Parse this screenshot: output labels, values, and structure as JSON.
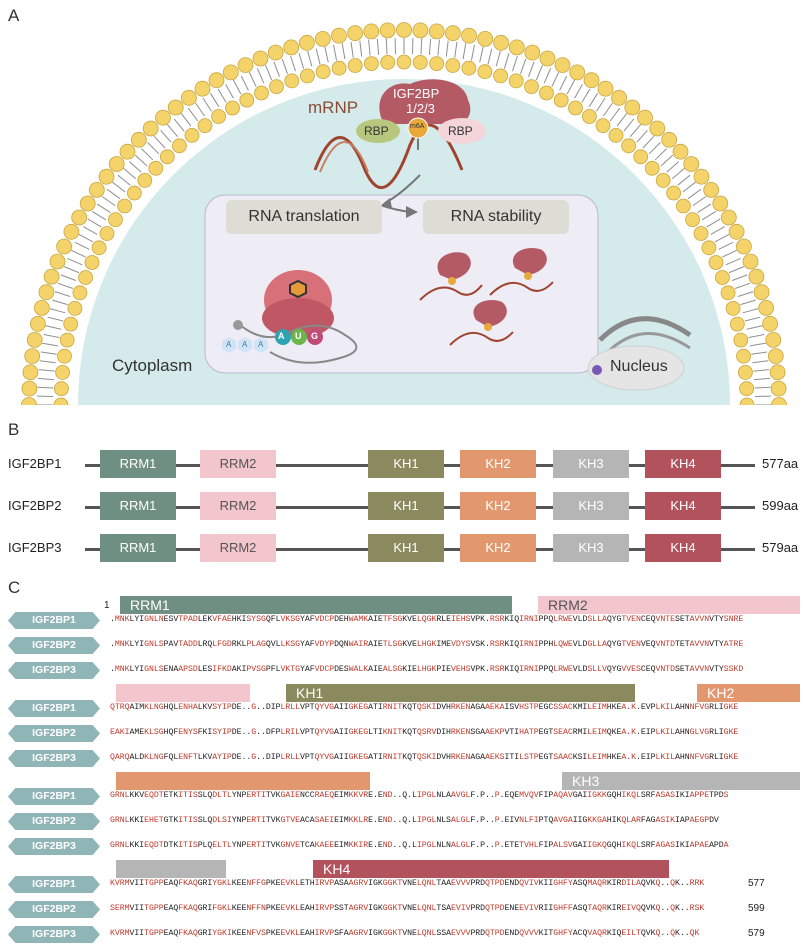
{
  "panels": {
    "a": "A",
    "b": "B",
    "c": "C"
  },
  "panel_a": {
    "mrnp": "mRNP",
    "igf2bp": "IGF2BP",
    "igf2bp_sub": "1/2/3",
    "rbp_left": "RBP",
    "rbp_right": "RBP",
    "m6a": "m6A",
    "translation": "RNA translation",
    "stability": "RNA stability",
    "cytoplasm": "Cytoplasm",
    "nucleus": "Nucleus",
    "aug": [
      "A",
      "U",
      "G"
    ],
    "polya": [
      "A",
      "A",
      "A"
    ],
    "colors": {
      "membrane_head": "#f3d36a",
      "cytoplasm": "#d5ebeb",
      "protein": "#b35a65",
      "rna": "#a0442f"
    }
  },
  "panel_b": {
    "proteins": [
      {
        "name": "IGF2BP1",
        "length": "577aa"
      },
      {
        "name": "IGF2BP2",
        "length": "599aa"
      },
      {
        "name": "IGF2BP3",
        "length": "579aa"
      }
    ],
    "domains": [
      {
        "label": "RRM1",
        "color": "#6f8f83"
      },
      {
        "label": "RRM2",
        "color": "#f2c6cc"
      },
      {
        "label": "KH1",
        "color": "#8b8a5e"
      },
      {
        "label": "KH2",
        "color": "#e3976f"
      },
      {
        "label": "KH3",
        "color": "#b5b5b5"
      },
      {
        "label": "KH4",
        "color": "#b2525c"
      }
    ]
  },
  "panel_c": {
    "start_number": "1",
    "blocks": [
      {
        "bars": [
          {
            "label": "RRM1",
            "color": "#6f8f83"
          },
          {
            "label": "RRM2",
            "color": "#f2c6cc"
          }
        ],
        "rows": [
          {
            "name": "IGF2BP1",
            "seq": ".MNKLYIGNLNESVTPADLEKVFAEHKISYSGQFLVKSGYAFVDCPDEHWAMKAIETFSGKVELQGKRLEIEHSVPK.RSRKIQIRNIPPQLRWEVLDSLLAQYGTVENCEQVNTESETAVVNVTYSNRE",
            "end": ""
          },
          {
            "name": "IGF2BP2",
            "seq": ".MNKLYIGNLSPAVTADDLRQLFGDRKLPLAGQVLLKSGYAFVDYPDQNWAIRAIETLSGKVELHGKIMEVDYSVSK.RSRKIQIRNIPPHLQWEVLDGLLAQYGTVENVEQVNTDTETAVVNVTYATRE",
            "end": ""
          },
          {
            "name": "IGF2BP3",
            "seq": ".MNKLYIGNLSENAAPSDLESIFKDAKIPVSGPFLVKTGYAFVDCPDESWALKAIEALSGKIELHGKPIEVEHSVPK.RSRKIQIRNIPPQLRWEVLDSLLVQYGVVESCEQVNTDSETAVVNVTYSSKD",
            "end": ""
          }
        ]
      },
      {
        "bars": [
          {
            "label": "",
            "color": "#f2c6cc"
          },
          {
            "label": "KH1",
            "color": "#8b8a5e"
          },
          {
            "label": "KH2",
            "color": "#e3976f"
          }
        ],
        "rows": [
          {
            "name": "IGF2BP1",
            "seq": "QTRQAIMKLNGHQLENHALKVSYIPDE..G..DIPLRLLVPTQYVGAIIGKEGATIRNITKQTQSKIDVHRKENAGAAEKAISVHSTPEGCSSACKMILEIMHKEA.K.EVPLKILAHNNFVGRLIGKE",
            "end": ""
          },
          {
            "name": "IGF2BP2",
            "seq": "EAKIAMEKLSGHQFENYSFKISYIPDE..G..DFPLRILVPTQYVGAIIGKEGLTIKNITKQTQSRVDIHRKENSGAAEKPVTIHATPEGTSEACRMILEIMQKEA.K.EIPLKILAHNGLVGRLIGKE",
            "end": ""
          },
          {
            "name": "IGF2BP3",
            "seq": "QARQALDKLNGFQLENFTLKVAYIPDE..G..DIPLRLLVPTQYVGAIIGKEGATIRNITKQTQSKIDVHRKENAGAAEKSITILSTPEGTSAACKSILEIMHKEA.K.EIPLKILAHNNFVGRLIGKE",
            "end": ""
          }
        ]
      },
      {
        "bars": [
          {
            "label": "",
            "color": "#e3976f"
          },
          {
            "label": "KH3",
            "color": "#b5b5b5"
          }
        ],
        "rows": [
          {
            "name": "IGF2BP1",
            "seq": "GRNLKKVEQDTETKITISSLQDLTLYNPERTITVKGAIENCCRAEQEIMKKVRE.END..Q.LIPGLNLAAVGLF.P..P.EQEMVQVFIPAQAVGAIIGKKGQHIKQLSRFASASIKIAPPETPDS",
            "end": ""
          },
          {
            "name": "IGF2BP2",
            "seq": "GRNLKKIEHETGTKITISSLQDLSIYNPERTITVKGTVEACASAEIEIMKKLRE.END..Q.LIPGLNLSALGLF.P..P.EIVNLFIPTQAVGAIIGKKGAHIKQLARFAGASIKIAPAEGPDV",
            "end": ""
          },
          {
            "name": "IGF2BP3",
            "seq": "GRNLKKIEQDTDTKITISPLQELTLYNPERTITVKGNVETCAKAEEEIMKKIRE.END..Q.LIPGLNLNALGLF.P..P.ETETVHLFIPALSVGAIIGKQGQHIKQLSRFAGASIKIAPAEAPDA",
            "end": ""
          }
        ]
      },
      {
        "bars": [
          {
            "label": "",
            "color": "#b5b5b5"
          },
          {
            "label": "KH4",
            "color": "#b2525c"
          }
        ],
        "rows": [
          {
            "name": "IGF2BP1",
            "seq": "KVRMVIITGPPEAQFKAQGRIYGKLKEENFFGPKEEVKLETHIRVPASAAGRVIGKGGKTVNELQNLTAAEVVVPRDQTPDENDQVIVKIIGHFYASQMAQRKIRDILAQVKQ..QK..RRK",
            "end": "577"
          },
          {
            "name": "IGF2BP2",
            "seq": "SERMVIITGPPEAQFKAQGRIFGKLKEENFFNPKEEVKLEAHIRVPSSTAGRVIGKGGKTVNELQNLTSAEVIVPRDQTPDENEEVIVRIIGHFFASQTAQRKIREIVQQVKQ..QK..RSK",
            "end": "599"
          },
          {
            "name": "IGF2BP3",
            "seq": "KVRMVIITGPPEAQFKAQGRIYGKIKEENFVSPKEEVKLEAHIRVPSFAAGRVIGKGGKTVNELQNLSSAEVVVPRDQTPDENDQVVVKITGHFYACQVAQRKIQEILTQVKQ..QK..QK",
            "end": "579"
          }
        ]
      }
    ]
  }
}
